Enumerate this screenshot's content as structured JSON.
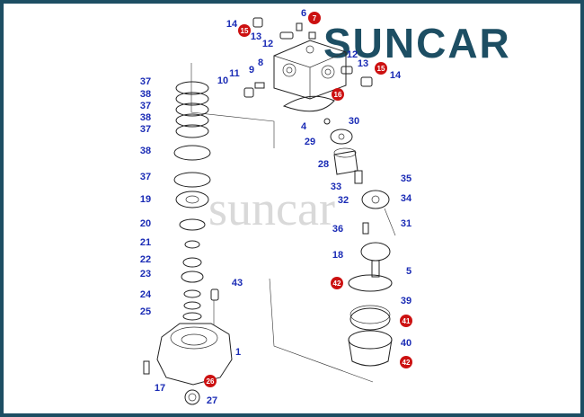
{
  "brand": {
    "name": "SUNCAR",
    "watermark": "suncar",
    "logo_color": "#1d4e63"
  },
  "colors": {
    "label": "#1a2bb5",
    "highlight": "#cc1111",
    "frame": "#1d4e63"
  },
  "callouts": [
    {
      "text": "14",
      "highlight": false
    },
    {
      "text": "15",
      "highlight": true
    },
    {
      "text": "13",
      "highlight": false
    },
    {
      "text": "12",
      "highlight": false
    },
    {
      "text": "6",
      "highlight": false
    },
    {
      "text": "7",
      "highlight": true
    },
    {
      "text": "12",
      "highlight": false
    },
    {
      "text": "13",
      "highlight": false
    },
    {
      "text": "15",
      "highlight": true
    },
    {
      "text": "14",
      "highlight": false
    },
    {
      "text": "8",
      "highlight": false
    },
    {
      "text": "9",
      "highlight": false
    },
    {
      "text": "11",
      "highlight": false
    },
    {
      "text": "10",
      "highlight": false
    },
    {
      "text": "16",
      "highlight": true
    },
    {
      "text": "4",
      "highlight": false
    },
    {
      "text": "30",
      "highlight": false
    },
    {
      "text": "29",
      "highlight": false
    },
    {
      "text": "28",
      "highlight": false
    },
    {
      "text": "33",
      "highlight": false
    },
    {
      "text": "35",
      "highlight": false
    },
    {
      "text": "34",
      "highlight": false
    },
    {
      "text": "32",
      "highlight": false
    },
    {
      "text": "31",
      "highlight": false
    },
    {
      "text": "36",
      "highlight": false
    },
    {
      "text": "18",
      "highlight": false
    },
    {
      "text": "5",
      "highlight": false
    },
    {
      "text": "42",
      "highlight": true
    },
    {
      "text": "39",
      "highlight": false
    },
    {
      "text": "41",
      "highlight": true
    },
    {
      "text": "40",
      "highlight": false
    },
    {
      "text": "42",
      "highlight": true
    },
    {
      "text": "37",
      "highlight": false
    },
    {
      "text": "38",
      "highlight": false
    },
    {
      "text": "37",
      "highlight": false
    },
    {
      "text": "38",
      "highlight": false
    },
    {
      "text": "37",
      "highlight": false
    },
    {
      "text": "38",
      "highlight": false
    },
    {
      "text": "37",
      "highlight": false
    },
    {
      "text": "19",
      "highlight": false
    },
    {
      "text": "20",
      "highlight": false
    },
    {
      "text": "21",
      "highlight": false
    },
    {
      "text": "22",
      "highlight": false
    },
    {
      "text": "23",
      "highlight": false
    },
    {
      "text": "24",
      "highlight": false
    },
    {
      "text": "25",
      "highlight": false
    },
    {
      "text": "43",
      "highlight": false
    },
    {
      "text": "1",
      "highlight": false
    },
    {
      "text": "17",
      "highlight": false
    },
    {
      "text": "26",
      "highlight": true
    },
    {
      "text": "27",
      "highlight": false
    }
  ]
}
